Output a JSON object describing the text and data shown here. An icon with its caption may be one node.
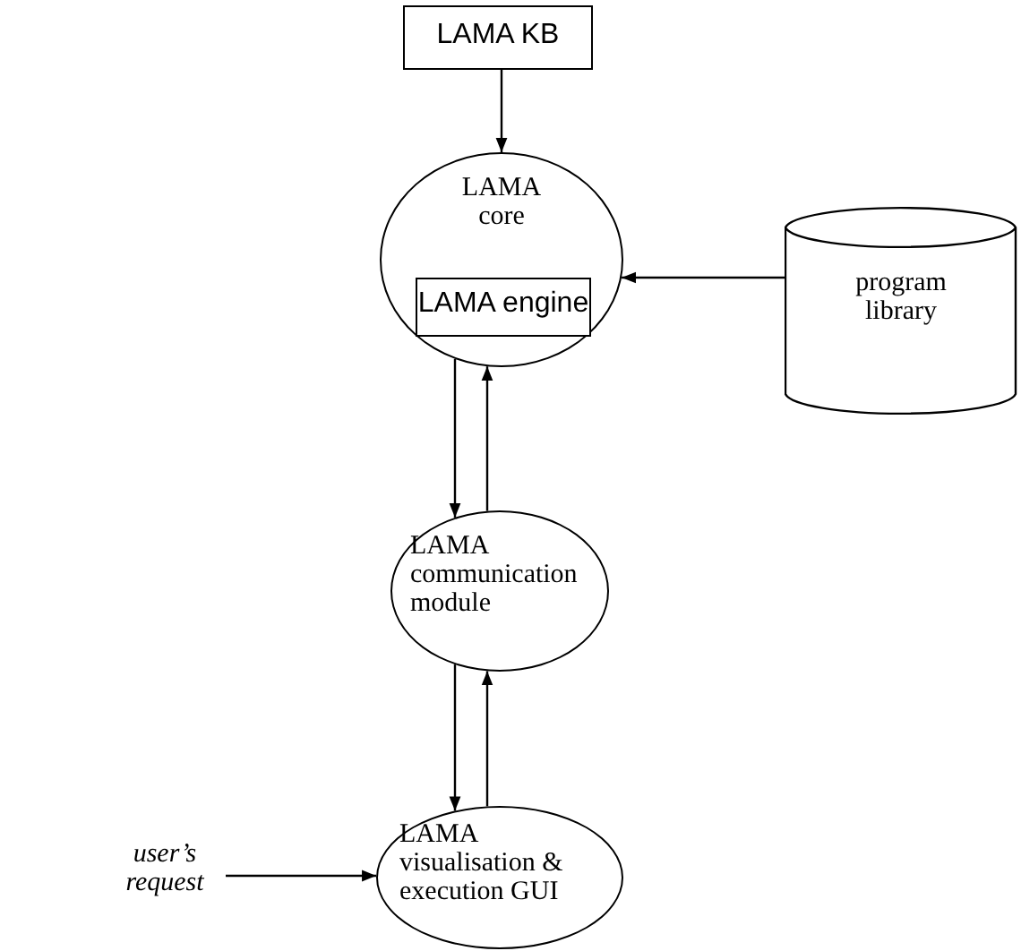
{
  "diagram": {
    "nodes": [
      {
        "text": [
          "LAMA KB"
        ]
      },
      {
        "text": [
          "LAMA core"
        ]
      },
      {
        "text": [
          "LAMA engine"
        ],
        "in": 1
      },
      {
        "text": [
          "program library"
        ]
      },
      {
        "text": [
          "LAMA communication module"
        ]
      },
      {
        "text": [
          "LAMA visualisation & execution GUI"
        ]
      },
      {
        "text": [
          "user’s request"
        ]
      }
    ],
    "edges": [
      {
        "from": 0,
        "to": 1,
        "arrow": "to"
      },
      {
        "from": 3,
        "to": 1,
        "arrow": "to"
      },
      {
        "from": 1,
        "to": 4,
        "arrow": "to"
      },
      {
        "from": 4,
        "to": 1,
        "arrow": "to"
      },
      {
        "from": 4,
        "to": 5,
        "arrow": "to"
      },
      {
        "from": 5,
        "to": 4,
        "arrow": "to"
      },
      {
        "from": 6,
        "to": 5,
        "arrow": "to"
      }
    ]
  }
}
